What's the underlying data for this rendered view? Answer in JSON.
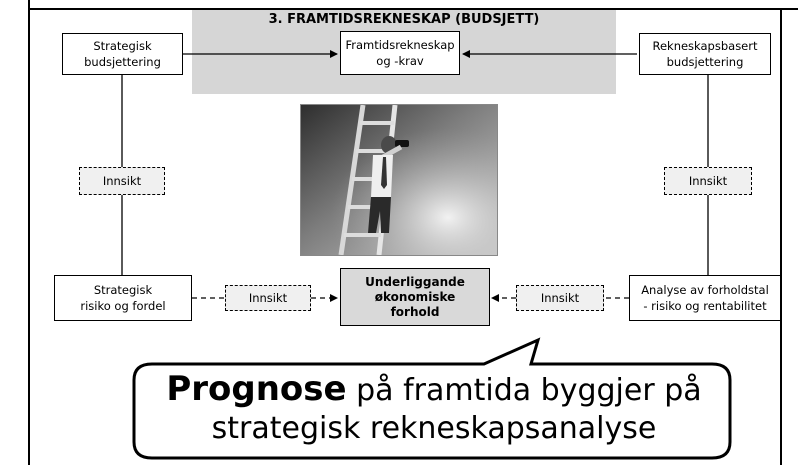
{
  "title": "3. FRAMTIDSREKNESKAP (BUDSJETT)",
  "nodes": {
    "strategic_budgeting": "Strategisk\nbudsjettering",
    "future_accounts": "Framtidsrekneskap\nog -krav",
    "accounting_budgeting": "Rekneskapsbasert\nbudsjettering",
    "insight_left": "Innsikt",
    "insight_right": "Innsikt",
    "strategic_risk": "Strategisk\nrisiko og fordel",
    "insight_bottom_left": "Innsikt",
    "underlying": "Underliggande\nøkonomiske\nforhold",
    "insight_bottom_right": "Innsikt",
    "ratio_analysis": "Analyse av forholdstal\n- risiko og rentabilitet"
  },
  "callout": {
    "emphasis": "Prognose",
    "line1_rest": " på framtida byggjer på",
    "line2": "strategisk rekneskapsanalyse"
  },
  "colors": {
    "title_panel": "#d6d6d6",
    "center_box": "#d9d9d9",
    "dashed_box": "#f0f0f0"
  }
}
